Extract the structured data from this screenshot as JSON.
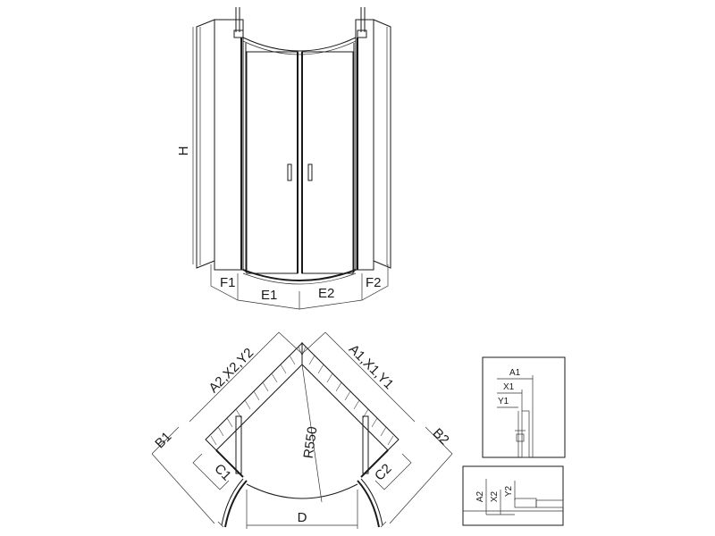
{
  "elevation": {
    "height_label": "H",
    "bottom_labels": [
      "F1",
      "E1",
      "E2",
      "F2"
    ]
  },
  "plan": {
    "left_diag_label": "A2,X2,Y2",
    "right_diag_label": "A1,X1,Y1",
    "left_side_label": "B1",
    "right_side_label": "B2",
    "left_door_label": "C1",
    "right_door_label": "C2",
    "radius_label": "R550",
    "width_label": "D"
  },
  "detail_top": {
    "labels": [
      "A1",
      "X1",
      "Y1"
    ]
  },
  "detail_bottom": {
    "labels": [
      "A2",
      "X2",
      "Y2"
    ]
  },
  "colors": {
    "line": "#1a1a1a",
    "background": "#ffffff"
  }
}
